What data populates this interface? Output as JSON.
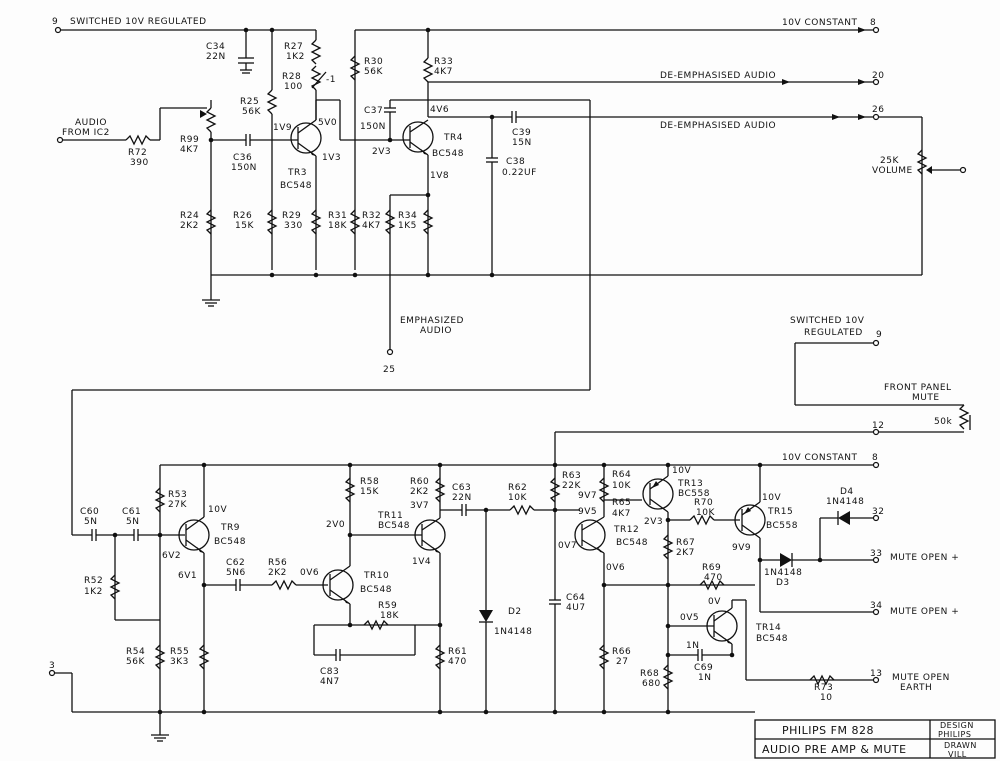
{
  "top": {
    "switched_10v": "SWITCHED 10V REGULATED",
    "pin_9": "9",
    "const_10v": "10V CONSTANT",
    "pin_8": "8",
    "deemph_1": "DE-EMPHASISED AUDIO",
    "pin_20": "20",
    "deemph_2": "DE-EMPHASISED AUDIO",
    "pin_26": "26",
    "audio_in_1": "AUDIO",
    "audio_in_2": "FROM IC2",
    "volume_1": "25K",
    "volume_2": "VOLUME",
    "emph_1": "EMPHASIZED",
    "emph_2": "AUDIO",
    "pin_25": "25"
  },
  "top_parts": {
    "c34": [
      "C34",
      "22N"
    ],
    "r27": [
      "R27",
      "1K2"
    ],
    "r28": [
      "R28",
      "100"
    ],
    "r28_tap": "-1",
    "r25": [
      "R25",
      "56K"
    ],
    "r30": [
      "R30",
      "56K"
    ],
    "r33": [
      "R33",
      "4K7"
    ],
    "r72": [
      "R72",
      "390"
    ],
    "r99": [
      "R99",
      "4K7"
    ],
    "c36": [
      "C36",
      "150N"
    ],
    "tr3": [
      "TR3",
      "BC548"
    ],
    "tr3_v": [
      "1V9",
      "5V0",
      "1V3"
    ],
    "c37": [
      "C37",
      "150N"
    ],
    "tr4": [
      "TR4",
      "BC548"
    ],
    "tr4_v": [
      "4V6",
      "2V3",
      "1V8"
    ],
    "c39": [
      "C39",
      "15N"
    ],
    "c38": [
      "C38",
      "0.22UF"
    ],
    "r24": [
      "R24",
      "2K2"
    ],
    "r26": [
      "R26",
      "15K"
    ],
    "r29": [
      "R29",
      "330"
    ],
    "r31": [
      "R31",
      "18K"
    ],
    "r32": [
      "R32",
      "4K7"
    ],
    "r34": [
      "R34",
      "1K5"
    ]
  },
  "bottom": {
    "sw10_1": "SWITCHED 10V",
    "sw10_2": "REGULATED",
    "pin_9b": "9",
    "fpm_1": "FRONT PANEL",
    "fpm_2": "MUTE",
    "fpm_val": "50k",
    "pin_12": "12",
    "const_10v_b": "10V CONSTANT",
    "pin_8b": "8",
    "pin_32": "32",
    "pin_33": "33",
    "mute_open_1": "MUTE OPEN +",
    "pin_34": "34",
    "mute_open_2": "MUTE OPEN +",
    "pin_13": "13",
    "mute_open_earth_1": "MUTE OPEN",
    "mute_open_earth_2": "EARTH",
    "pin_3": "3"
  },
  "bottom_parts": {
    "c60": [
      "C60",
      "5N"
    ],
    "c61": [
      "C61",
      "5N"
    ],
    "r53": [
      "R53",
      "27K"
    ],
    "tr9": [
      "TR9",
      "BC548"
    ],
    "tr9_v": [
      "10V",
      "6V2",
      "6V1"
    ],
    "r52": [
      "R52",
      "1K2"
    ],
    "r54": [
      "R54",
      "56K"
    ],
    "r55": [
      "R55",
      "3K3"
    ],
    "c62": [
      "C62",
      "5N6"
    ],
    "r56": [
      "R56",
      "2K2"
    ],
    "tr10": [
      "TR10",
      "BC548"
    ],
    "tr10_v": [
      "0V6",
      "2V0"
    ],
    "r58": [
      "R58",
      "15K"
    ],
    "r59": [
      "R59",
      "18K"
    ],
    "c83": [
      "C83",
      "4N7"
    ],
    "r60": [
      "R60",
      "2K2"
    ],
    "tr11": [
      "TR11",
      "BC548"
    ],
    "tr11_v": [
      "3V7",
      "1V4"
    ],
    "r61": [
      "R61",
      "470"
    ],
    "c63": [
      "C63",
      "22N"
    ],
    "r62": [
      "R62",
      "10K"
    ],
    "d2": [
      "D2",
      "1N4148"
    ],
    "r63": [
      "R63",
      "22K"
    ],
    "c64": [
      "C64",
      "4U7"
    ],
    "tr12": [
      "TR12",
      "BC548"
    ],
    "tr12_v": [
      "9V7",
      "9V5",
      "0V7",
      "0V6"
    ],
    "r64": [
      "R64",
      "10K"
    ],
    "r65": [
      "R65",
      "4K7"
    ],
    "r66": [
      "R66",
      "27"
    ],
    "tr13": [
      "TR13",
      "BC558"
    ],
    "tr13_v": [
      "10V",
      "2V3"
    ],
    "r67": [
      "R67",
      "2K7"
    ],
    "r70": [
      "R70",
      "10K"
    ],
    "r69": [
      "R69",
      "470"
    ],
    "tr15": [
      "TR15",
      "BC558"
    ],
    "tr15_v": [
      "10V",
      "9V9"
    ],
    "d4": [
      "D4",
      "1N4148"
    ],
    "d3": [
      "D3",
      "1N4148"
    ],
    "tr14": [
      "TR14",
      "BC548"
    ],
    "tr14_v": [
      "0V",
      "0V5"
    ],
    "c69": [
      "C69",
      "1N"
    ],
    "c69_val2": "1N",
    "r68": [
      "R68",
      "680"
    ],
    "r73": [
      "R73",
      "10"
    ]
  },
  "title_block": {
    "title_1": "PHILIPS FM 828",
    "title_2": "AUDIO PRE AMP & MUTE",
    "design_label": "DESIGN",
    "design_value": "PHILIPS",
    "drawn_label": "DRAWN",
    "drawn_value": "VILL"
  }
}
